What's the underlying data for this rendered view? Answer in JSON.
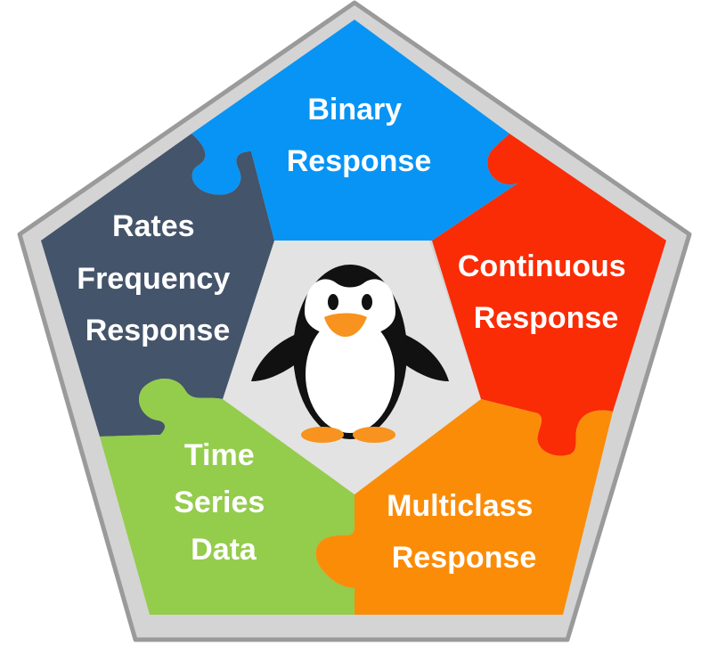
{
  "colors": {
    "frame": "#d4d4d4",
    "frame_border": "#9a9a9a",
    "center": "#e3e3e3",
    "binary": "#0894f4",
    "continuous": "#f92c06",
    "multiclass": "#fb8c08",
    "timeseries": "#94cc4c",
    "rates": "#44546a",
    "label_text": "#ffffff"
  },
  "pieces": {
    "binary": {
      "lines": [
        "Binary",
        "Response"
      ]
    },
    "continuous": {
      "lines": [
        "Continuous",
        "Response"
      ]
    },
    "multiclass": {
      "lines": [
        "Multiclass",
        "Response"
      ]
    },
    "timeseries": {
      "lines": [
        "Time",
        "Series",
        "Data"
      ]
    },
    "rates": {
      "lines": [
        "Rates",
        "Frequency",
        "Response"
      ]
    }
  },
  "center_icon": "penguin-icon"
}
